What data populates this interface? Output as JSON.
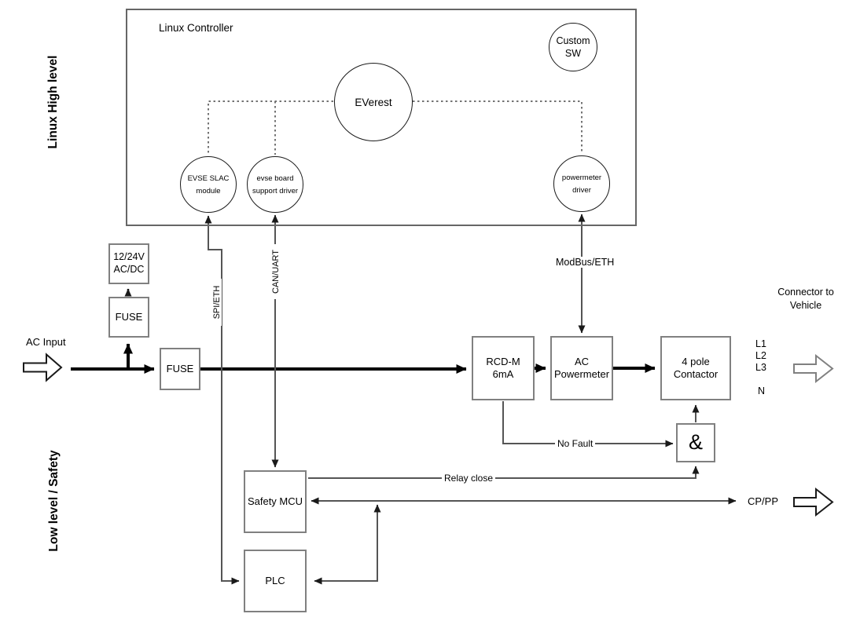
{
  "colors": {
    "power_line": "#000000",
    "connector_line": "#555555",
    "arrowhead": "#1a1a1a",
    "box_border": "#808080",
    "frame_border": "#666666",
    "circle_border": "#1a1a1a",
    "background": "#ffffff"
  },
  "frame": {
    "title": "Linux Controller"
  },
  "sections": {
    "top": "Linux High level",
    "bottom": "Low level / Safety"
  },
  "circles": {
    "everest": {
      "label": "EVerest"
    },
    "custom_sw": {
      "line1": "Custom",
      "line2": "SW"
    },
    "slac": {
      "line1": "EVSE SLAC",
      "line2": "module"
    },
    "board_support": {
      "line1": "evse board",
      "line2": "support driver"
    },
    "powermeter_driver": {
      "line1": "powermeter",
      "line2": "driver"
    }
  },
  "boxes": {
    "acdc": {
      "line1": "12/24V",
      "line2": "AC/DC"
    },
    "fuse_aux": {
      "label": "FUSE"
    },
    "fuse_main": {
      "label": "FUSE"
    },
    "rcd": {
      "line1": "RCD-M",
      "line2": "6mA"
    },
    "ac_powermeter": {
      "line1": "AC",
      "line2": "Powermeter"
    },
    "contactor": {
      "line1": "4 pole",
      "line2": "Contactor"
    },
    "and_gate": {
      "label": "&"
    },
    "safety_mcu": {
      "label": "Safety MCU"
    },
    "plc": {
      "label": "PLC"
    }
  },
  "labels": {
    "ac_input": "AC Input",
    "spi_eth": "SPI/ETH",
    "can_uart": "CAN/UART",
    "modbus_eth": "ModBus/ETH",
    "connector_line1": "Connector to",
    "connector_line2": "Vehicle",
    "l1": "L1",
    "l2": "L2",
    "l3": "L3",
    "n": "N",
    "no_fault": "No Fault",
    "relay_close": "Relay close",
    "cp_pp": "CP/PP"
  }
}
